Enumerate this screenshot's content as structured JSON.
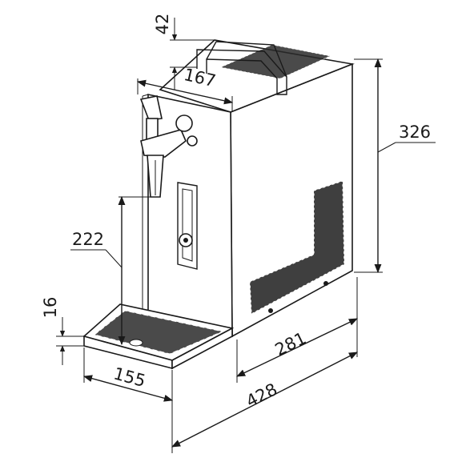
{
  "dimensions": {
    "handle_height": "42",
    "depth_top": "167",
    "total_height": "326",
    "tap_height": "222",
    "tray_height": "16",
    "side_depth": "281",
    "tray_width": "155",
    "total_depth": "428"
  },
  "colors": {
    "line": "#1a1a1a",
    "background": "#ffffff"
  }
}
